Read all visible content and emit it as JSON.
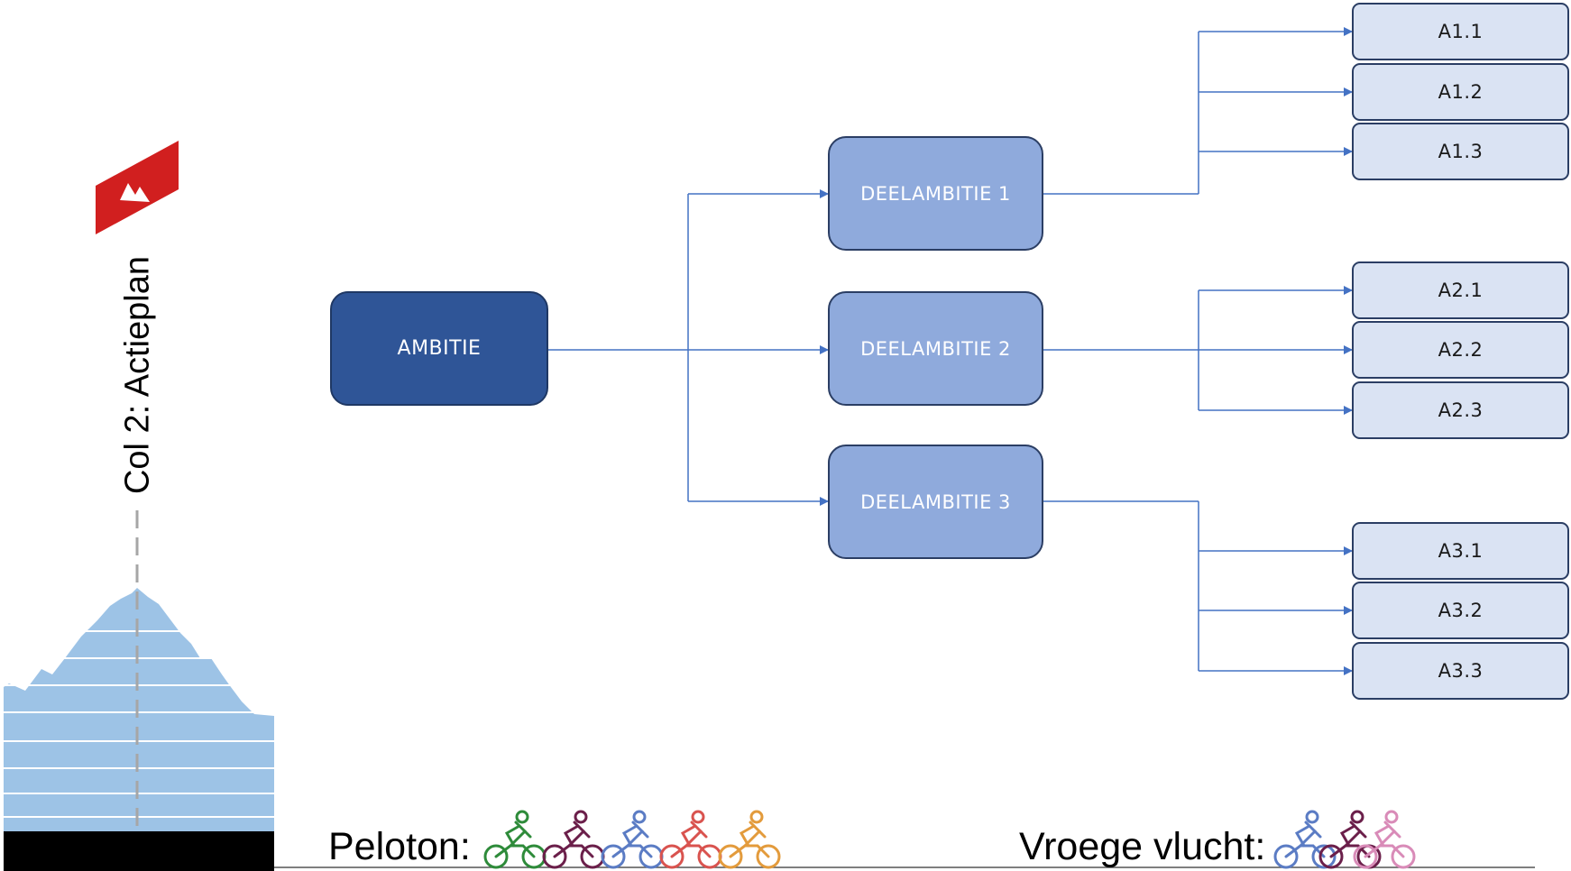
{
  "diagram": {
    "root": {
      "label": "AMBITIE"
    },
    "subgoals": [
      {
        "label": "DEELAMBITIE 1",
        "actions": [
          "A1.1",
          "A1.2",
          "A1.3"
        ]
      },
      {
        "label": "DEELAMBITIE 2",
        "actions": [
          "A2.1",
          "A2.2",
          "A2.3"
        ]
      },
      {
        "label": "DEELAMBITIE 3",
        "actions": [
          "A3.1",
          "A3.2",
          "A3.3"
        ]
      }
    ]
  },
  "sidebar": {
    "col_title": "Col 2: Actieplan"
  },
  "footer": {
    "peloton_label": "Peloton:",
    "peloton_colors": [
      "#2e8b3a",
      "#6b1f4a",
      "#5b7cc4",
      "#d9534f",
      "#e39b3c"
    ],
    "breakaway_label": "Vroege vlucht:",
    "breakaway_colors": [
      "#5b7cc4",
      "#6b1f4a",
      "#d98bb8"
    ]
  },
  "colors": {
    "connector": "#4472c4",
    "root_fill": "#2f5597",
    "subgoal_fill": "#8faadc",
    "action_fill": "#dae3f3",
    "mountain_fill": "#9dc3e6",
    "flag_red": "#d11f1f"
  }
}
